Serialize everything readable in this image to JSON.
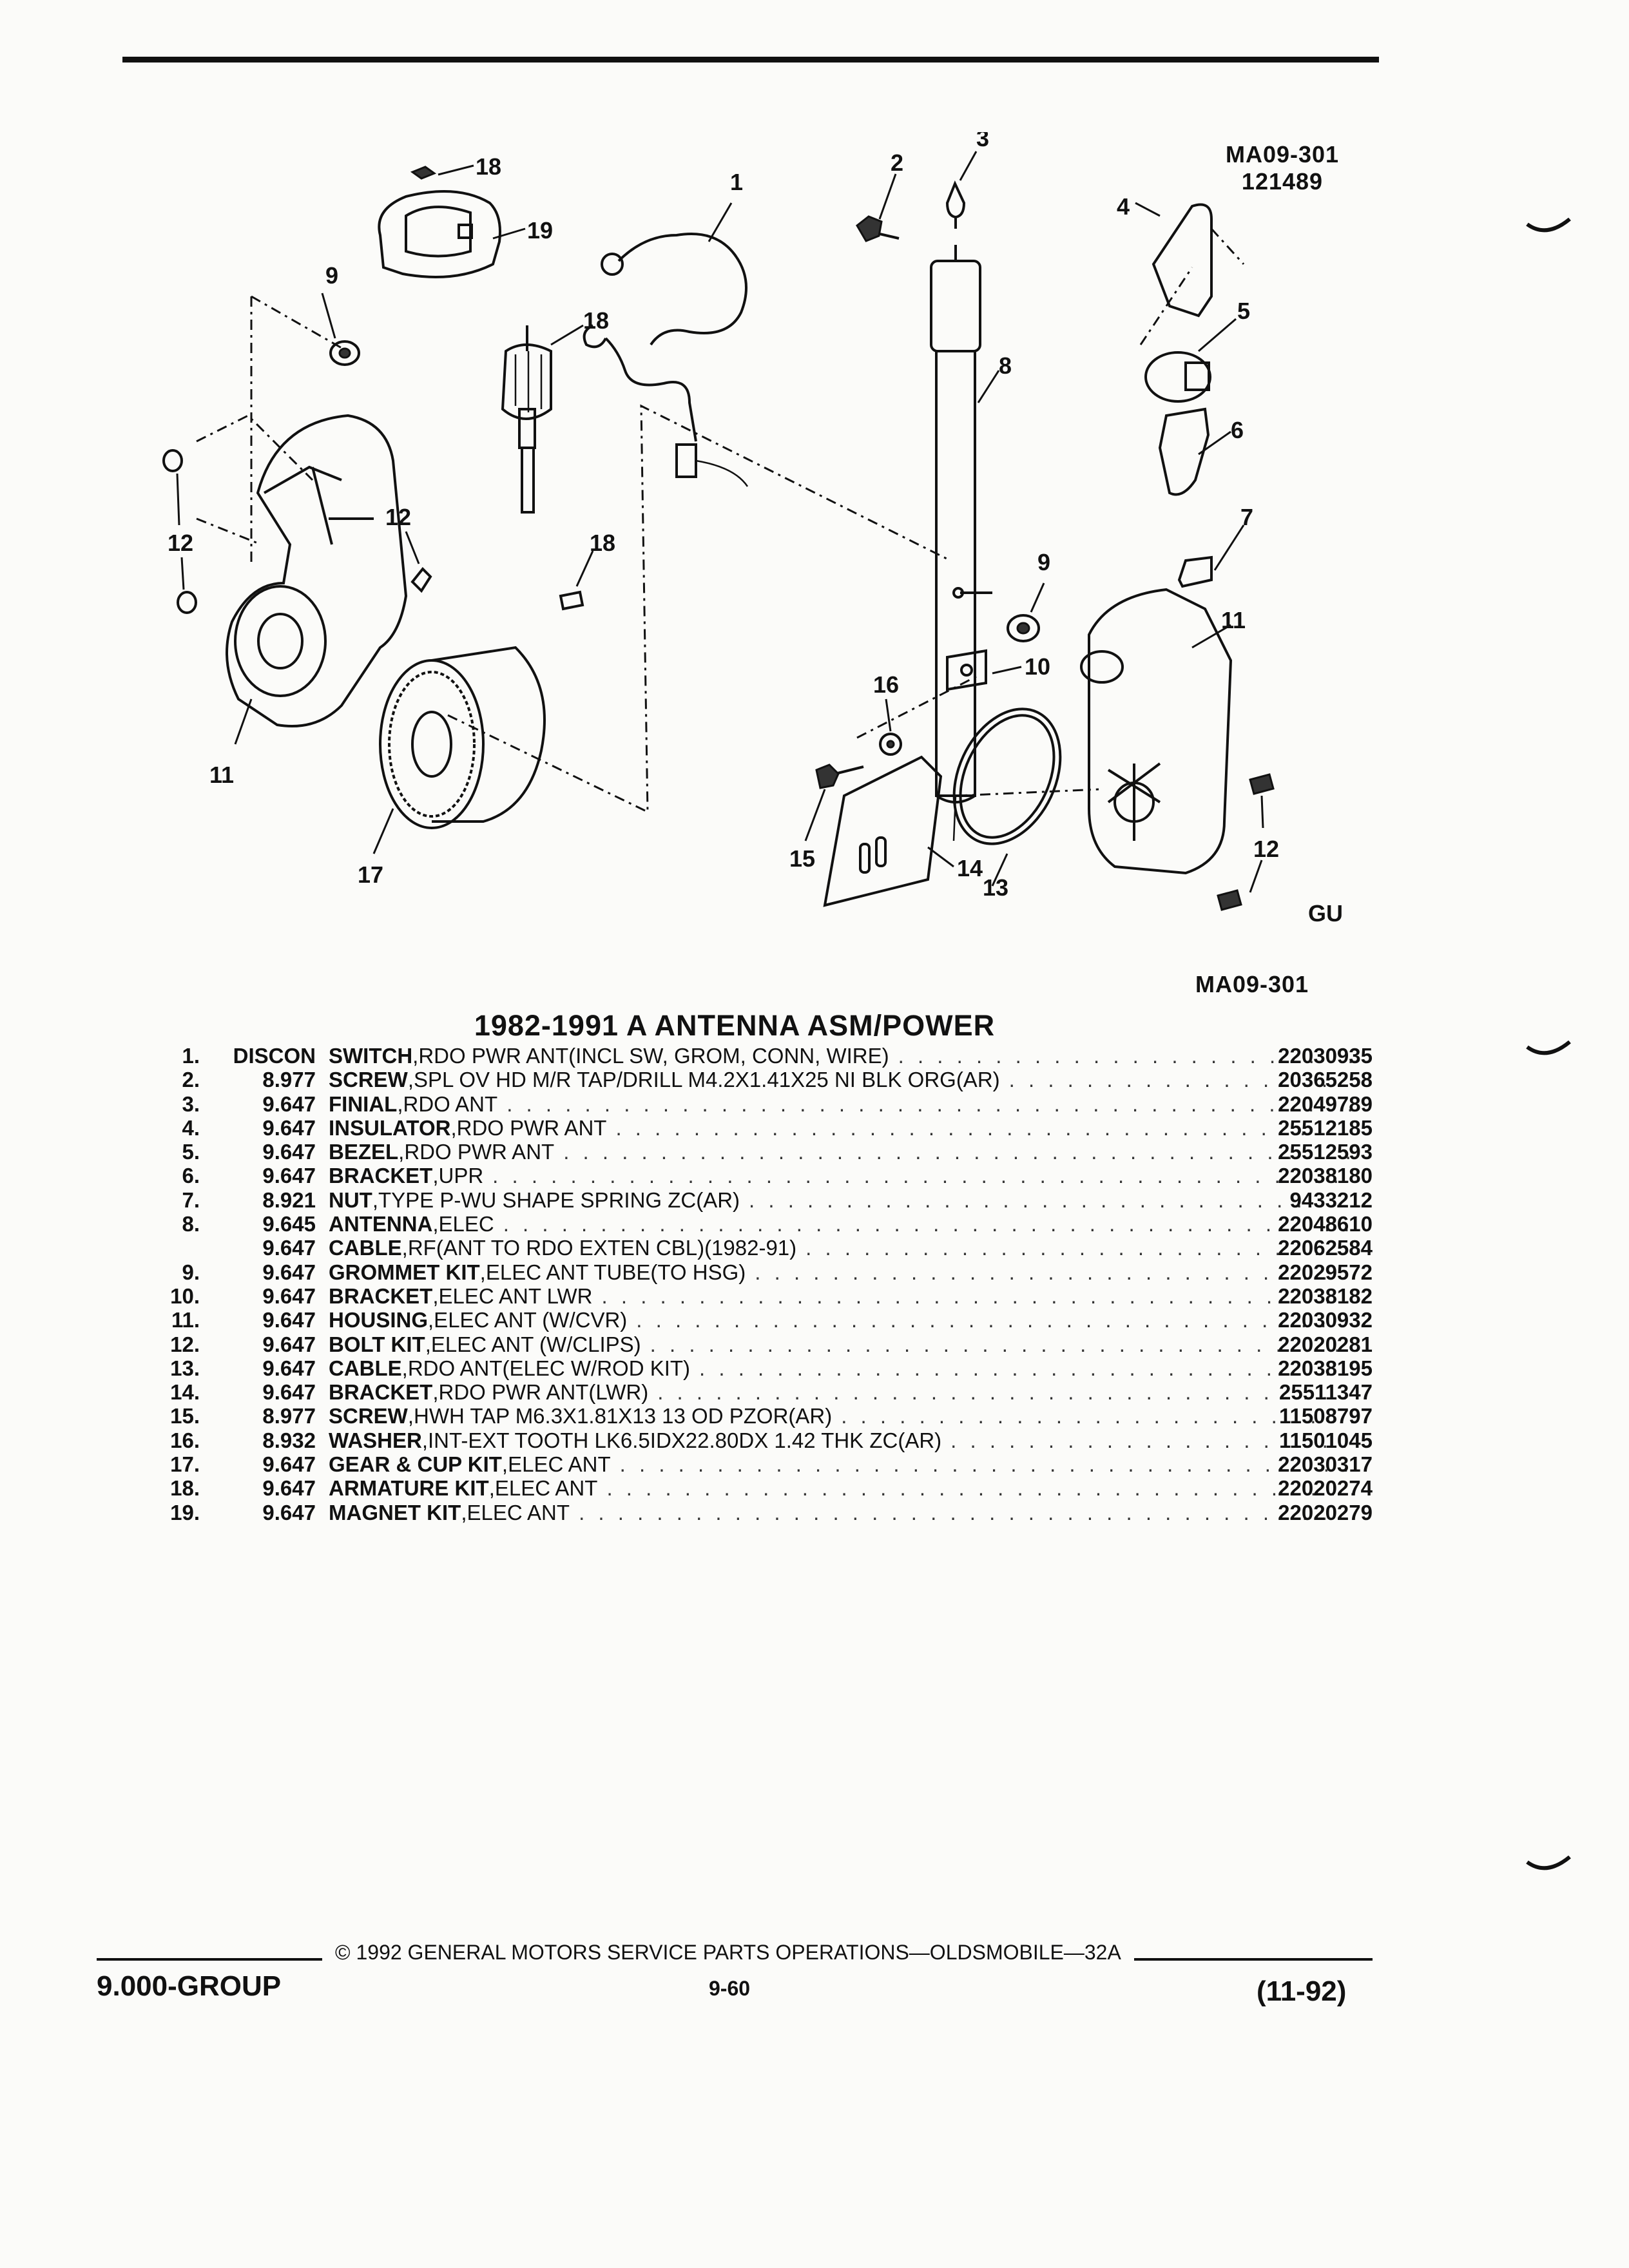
{
  "header": {
    "code_top": "MA09-301",
    "code_top_sub": "121489",
    "code_bottom": "MA09-301"
  },
  "diagram": {
    "callouts": [
      "18",
      "19",
      "1",
      "2",
      "3",
      "4",
      "5",
      "6",
      "7",
      "8",
      "9",
      "9",
      "10",
      "11",
      "11",
      "12",
      "12",
      "12",
      "13",
      "14",
      "15",
      "16",
      "17",
      "18",
      "18"
    ],
    "logo_text": "GU"
  },
  "section_title": "1982-1991 A ANTENNA ASM/POWER",
  "parts": [
    {
      "num": "1.",
      "code": "DISCON",
      "name": "SWITCH",
      "desc": ",RDO PWR ANT(INCL SW, GROM, CONN, WIRE)",
      "part": "22030935"
    },
    {
      "num": "2.",
      "code": "8.977",
      "name": "SCREW",
      "desc": ",SPL OV HD M/R TAP/DRILL M4.2X1.41X25 NI BLK ORG(AR)",
      "part": "20365258"
    },
    {
      "num": "3.",
      "code": "9.647",
      "name": "FINIAL",
      "desc": ",RDO ANT",
      "part": "22049789"
    },
    {
      "num": "4.",
      "code": "9.647",
      "name": "INSULATOR",
      "desc": ",RDO PWR ANT",
      "part": "25512185"
    },
    {
      "num": "5.",
      "code": "9.647",
      "name": "BEZEL",
      "desc": ",RDO PWR ANT",
      "part": "25512593"
    },
    {
      "num": "6.",
      "code": "9.647",
      "name": "BRACKET",
      "desc": ",UPR",
      "part": "22038180"
    },
    {
      "num": "7.",
      "code": "8.921",
      "name": "NUT",
      "desc": ",TYPE P-WU SHAPE SPRING ZC(AR)",
      "part": "9433212"
    },
    {
      "num": "8.",
      "code": "9.645",
      "name": "ANTENNA",
      "desc": ",ELEC",
      "part": "22048610"
    },
    {
      "num": "",
      "code": "9.647",
      "name": "CABLE",
      "desc": ",RF(ANT TO RDO EXTEN CBL)(1982-91)",
      "part": "22062584"
    },
    {
      "num": "9.",
      "code": "9.647",
      "name": "GROMMET KIT",
      "desc": ",ELEC ANT TUBE(TO HSG)",
      "part": "22029572"
    },
    {
      "num": "10.",
      "code": "9.647",
      "name": "BRACKET",
      "desc": ",ELEC ANT LWR",
      "part": "22038182"
    },
    {
      "num": "11.",
      "code": "9.647",
      "name": "HOUSING",
      "desc": ",ELEC ANT (W/CVR)",
      "part": "22030932"
    },
    {
      "num": "12.",
      "code": "9.647",
      "name": "BOLT KIT",
      "desc": ",ELEC ANT (W/CLIPS)",
      "part": "22020281"
    },
    {
      "num": "13.",
      "code": "9.647",
      "name": "CABLE",
      "desc": ",RDO ANT(ELEC W/ROD KIT)",
      "part": "22038195"
    },
    {
      "num": "14.",
      "code": "9.647",
      "name": "BRACKET",
      "desc": ",RDO PWR ANT(LWR)",
      "part": "25511347"
    },
    {
      "num": "15.",
      "code": "8.977",
      "name": "SCREW",
      "desc": ",HWH TAP M6.3X1.81X13 13 OD PZOR(AR)",
      "part": "11508797"
    },
    {
      "num": "16.",
      "code": "8.932",
      "name": "WASHER",
      "desc": ",INT-EXT TOOTH LK6.5IDX22.80DX 1.42 THK ZC(AR)",
      "part": "11501045"
    },
    {
      "num": "17.",
      "code": "9.647",
      "name": "GEAR & CUP KIT",
      "desc": ",ELEC ANT",
      "part": "22030317"
    },
    {
      "num": "18.",
      "code": "9.647",
      "name": "ARMATURE KIT",
      "desc": ",ELEC ANT",
      "part": "22020274"
    },
    {
      "num": "19.",
      "code": "9.647",
      "name": "MAGNET KIT",
      "desc": ",ELEC ANT",
      "part": "22020279"
    }
  ],
  "footer": {
    "copyright": "© 1992 GENERAL MOTORS SERVICE PARTS OPERATIONS—OLDSMOBILE—32A",
    "group": "9.000-GROUP",
    "page": "9-60",
    "date_code": "(11-92)"
  }
}
